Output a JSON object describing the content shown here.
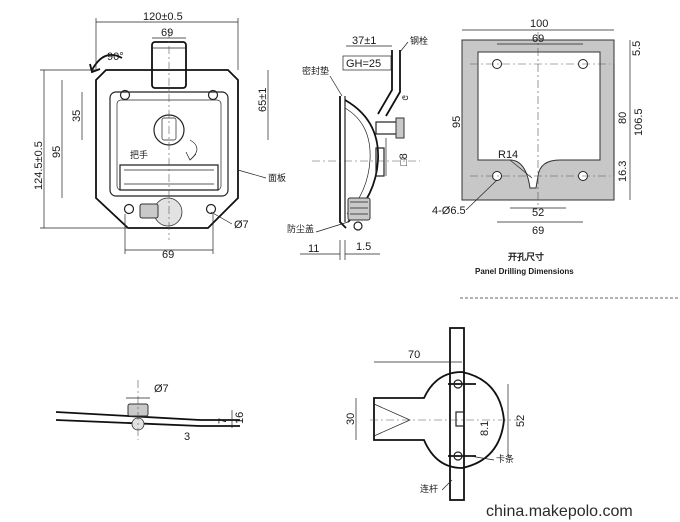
{
  "front_view": {
    "width_total": "120±0.5",
    "handle_width": "69",
    "height_total": "124.5±0.5",
    "body_height": "95",
    "handle_offset": "35",
    "plate_height": "65±1",
    "bottom_width": "69",
    "hole_dia": "Ø7",
    "label_handle": "把手",
    "label_panel": "面板"
  },
  "side_view": {
    "dim_top": "37±1",
    "dim_gh": "GH=25",
    "label_pin": "钢栓",
    "label_gasket": "密封垫",
    "label_dustcap": "防尘盖",
    "dim_square": "□8",
    "dim_thick": "11",
    "dim_plate": "1.5"
  },
  "cutout": {
    "width_total": "100",
    "inner_width": "69",
    "top_margin": "5.5",
    "height_left": "95",
    "dim_80": "80",
    "dim_106": "106.5",
    "dim_r14": "R14",
    "dim_16": "16.3",
    "holes": "4-Ø6.5",
    "dim_52": "52",
    "dim_69b": "69",
    "title_cn": "开孔尺寸",
    "title_en": "Panel Drilling Dimensions"
  },
  "bottom_left": {
    "hole_dia": "Ø7",
    "dim_16": "16",
    "dim_7": "7",
    "dim_3": "3"
  },
  "bottom_right": {
    "dim_70": "70",
    "dim_30": "30",
    "dim_81": "8.1",
    "dim_52": "52",
    "label_clip": "卡条",
    "label_rod": "连杆"
  },
  "watermark": "china.makepolo.com"
}
